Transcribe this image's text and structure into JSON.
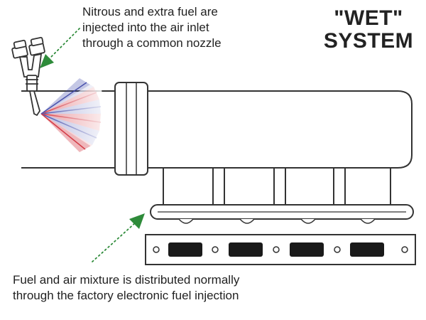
{
  "title": {
    "line1": "\"WET\"",
    "line2": "SYSTEM"
  },
  "captions": {
    "top": [
      "Nitrous and extra fuel are",
      "injected into the air inlet",
      "through a common nozzle"
    ],
    "bottom": [
      "Fuel and air mixture is distributed normally",
      "through the factory electronic fuel injection"
    ]
  },
  "colors": {
    "outline": "#333333",
    "arrow": "#2e8b3a",
    "spray_red": "#d2303c",
    "spray_blue": "#3c46a8",
    "intake_fill": "#ffffff"
  }
}
